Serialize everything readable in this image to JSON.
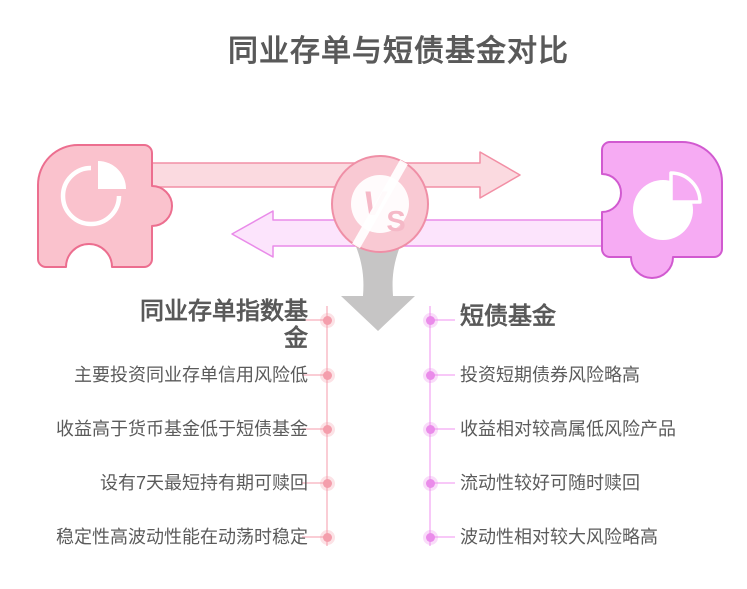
{
  "title": "同业存单与短债基金对比",
  "vs_badge": {
    "v": "V",
    "s": "S"
  },
  "left": {
    "heading": "同业存单指数基金",
    "items": [
      "主要投资同业存单信用风险低",
      "收益高于货币基金低于短债基金",
      "设有7天最短持有期可赎回",
      "稳定性高波动性能在动荡时稳定"
    ],
    "colors": {
      "puzzle_fill": "#fac2cd",
      "puzzle_border": "#ec6e8f",
      "arrow_fill": "#fbdae0",
      "arrow_border": "#f28fa5",
      "line": "#facdd5",
      "dot": "#f49eac"
    }
  },
  "right": {
    "heading": "短债基金",
    "items": [
      "投资短期债券风险略高",
      "收益相对较高属低风险产品",
      "流动性较好可随时赎回",
      "波动性相对较大风险略高"
    ],
    "colors": {
      "puzzle_fill": "#f6abf3",
      "puzzle_border": "#d15ad0",
      "arrow_fill": "#fce4fc",
      "arrow_border": "#e98be9",
      "line": "#f8c8f8",
      "dot": "#ea8cea"
    }
  },
  "center": {
    "vs_circle_fill": "#f9c9d3",
    "vs_circle_border": "#ef8fa6",
    "down_arrow_color": "#c6c5c5"
  },
  "icons": {
    "left_shape": "puzzle-piece",
    "right_shape": "puzzle-piece",
    "left_glyph": "pie-chart",
    "right_glyph": "pie-chart",
    "middle": "vs-badge",
    "below_middle": "down-arrow"
  },
  "text_color": "#595959"
}
